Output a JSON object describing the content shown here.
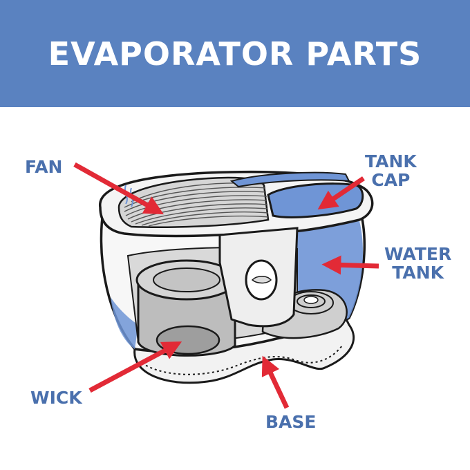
{
  "title": "EVAPORATOR PARTS",
  "colors": {
    "banner": "#5a82c0",
    "label": "#4a70ad",
    "arrow": "#e22a36",
    "water": "#6f95d6",
    "outline": "#1a1a1a"
  },
  "labels": {
    "fan": "FAN",
    "tank_cap": [
      "TANK",
      "CAP"
    ],
    "water_tank": [
      "WATER",
      "TANK"
    ],
    "wick": "WICK",
    "base": "BASE"
  }
}
